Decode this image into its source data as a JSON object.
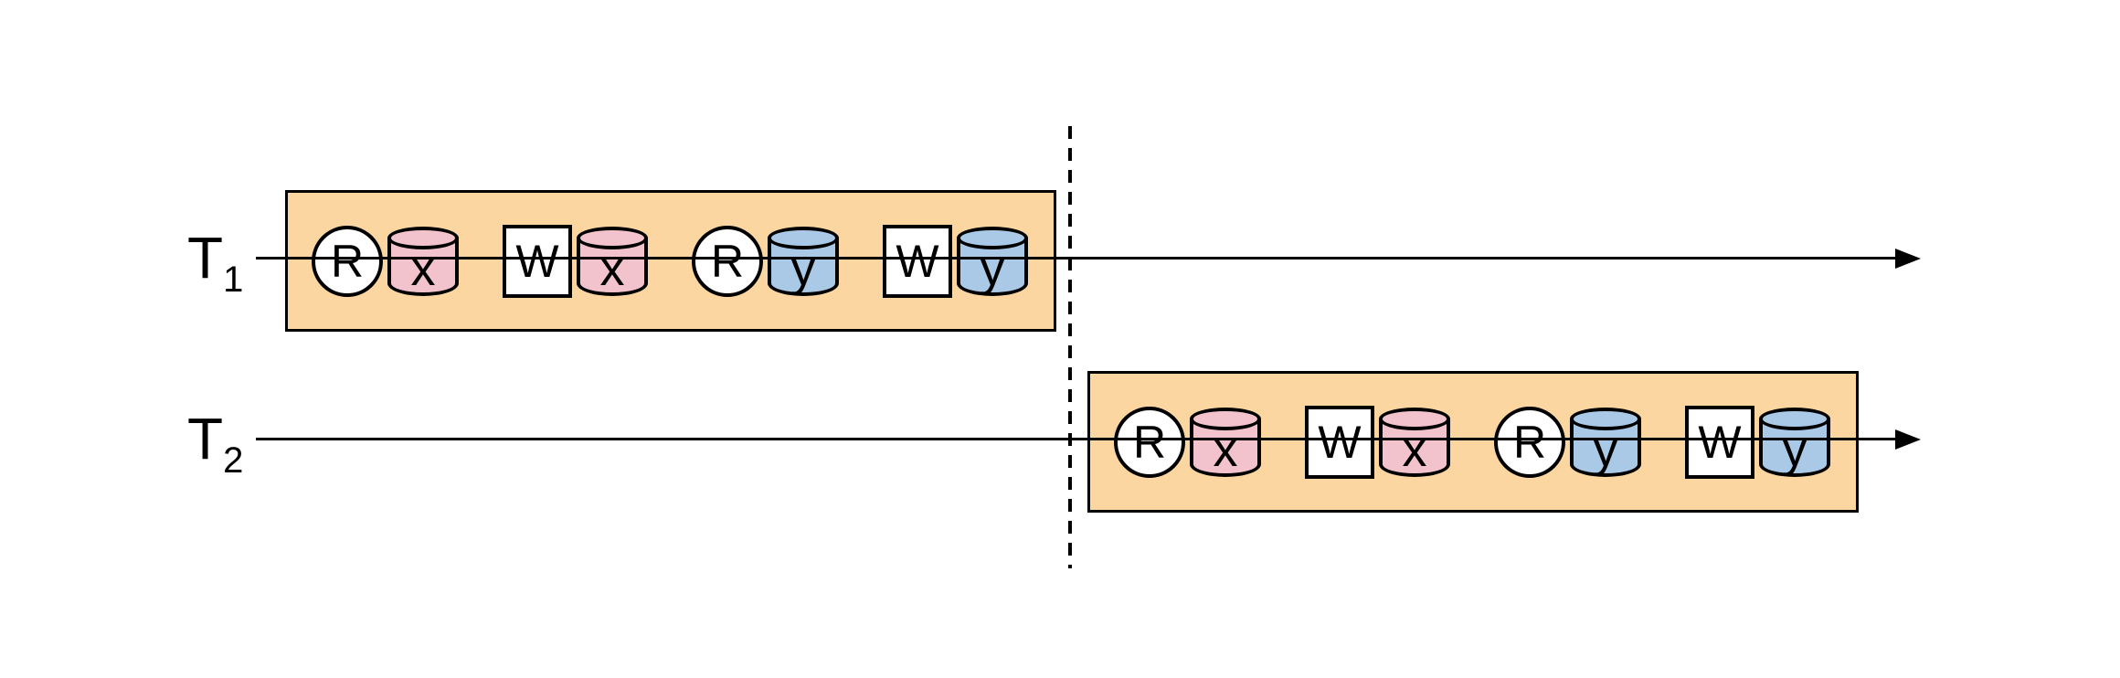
{
  "diagram": {
    "rows": [
      {
        "id": "t1",
        "label": {
          "base": "T",
          "subscript": "1"
        },
        "operations": [
          {
            "action": "R",
            "shape": "circle",
            "target": "x"
          },
          {
            "action": "W",
            "shape": "square",
            "target": "x"
          },
          {
            "action": "R",
            "shape": "circle",
            "target": "y"
          },
          {
            "action": "W",
            "shape": "square",
            "target": "y"
          }
        ]
      },
      {
        "id": "t2",
        "label": {
          "base": "T",
          "subscript": "2"
        },
        "operations": [
          {
            "action": "R",
            "shape": "circle",
            "target": "x"
          },
          {
            "action": "W",
            "shape": "square",
            "target": "x"
          },
          {
            "action": "R",
            "shape": "circle",
            "target": "y"
          },
          {
            "action": "W",
            "shape": "square",
            "target": "y"
          }
        ]
      }
    ],
    "colors": {
      "transaction_block_fill": "#FBD6A0",
      "data_item_x_fill": "#F2C3CC",
      "data_item_y_fill": "#A9C9E7",
      "stroke": "#000000",
      "background": "#FFFFFF"
    }
  }
}
